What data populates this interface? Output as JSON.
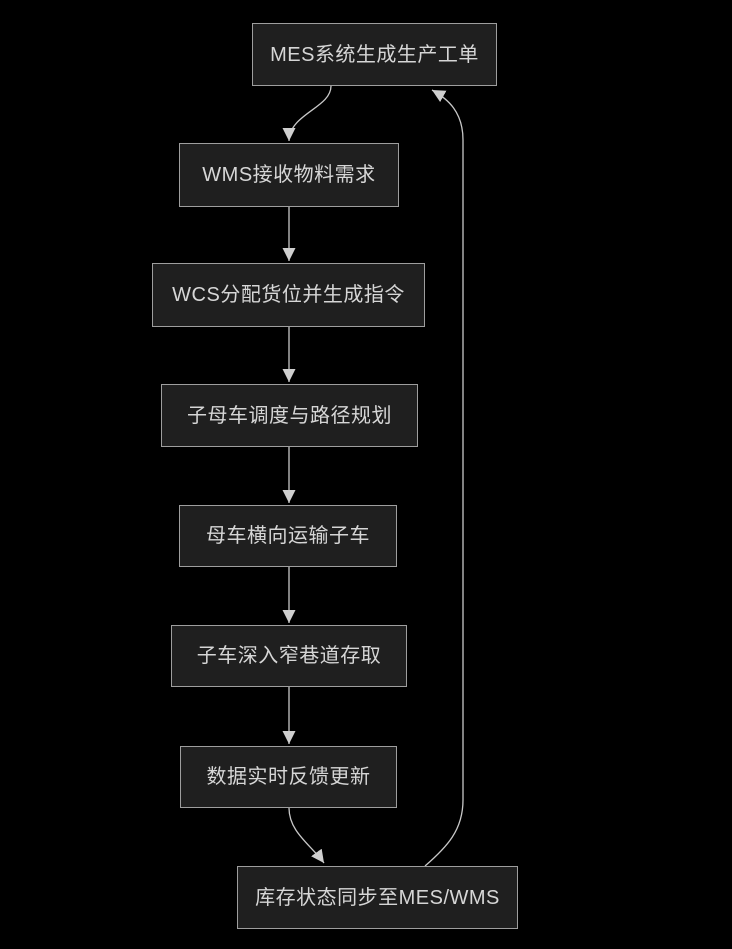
{
  "diagram": {
    "type": "flowchart",
    "direction": "top-down",
    "colors": {
      "background": "#000000",
      "node_fill": "#1f1f1f",
      "node_border": "#9e9e9e",
      "node_text": "#d6d6d6",
      "edge_line": "#c8c8c8",
      "arrowhead": "#cfcfcf"
    },
    "nodes": [
      {
        "id": "A",
        "label": "MES系统生成生产工单"
      },
      {
        "id": "B",
        "label": "WMS接收物料需求"
      },
      {
        "id": "C",
        "label": "WCS分配货位并生成指令"
      },
      {
        "id": "D",
        "label": "子母车调度与路径规划"
      },
      {
        "id": "E",
        "label": "母车横向运输子车"
      },
      {
        "id": "F",
        "label": "子车深入窄巷道存取"
      },
      {
        "id": "G",
        "label": "数据实时反馈更新"
      },
      {
        "id": "H",
        "label": "库存状态同步至MES/WMS"
      }
    ],
    "edges": [
      {
        "from": "A",
        "to": "B",
        "label": ""
      },
      {
        "from": "B",
        "to": "C",
        "label": ""
      },
      {
        "from": "C",
        "to": "D",
        "label": ""
      },
      {
        "from": "D",
        "to": "E",
        "label": ""
      },
      {
        "from": "E",
        "to": "F",
        "label": ""
      },
      {
        "from": "F",
        "to": "G",
        "label": ""
      },
      {
        "from": "G",
        "to": "H",
        "label": ""
      },
      {
        "from": "H",
        "to": "A",
        "label": ""
      }
    ]
  }
}
